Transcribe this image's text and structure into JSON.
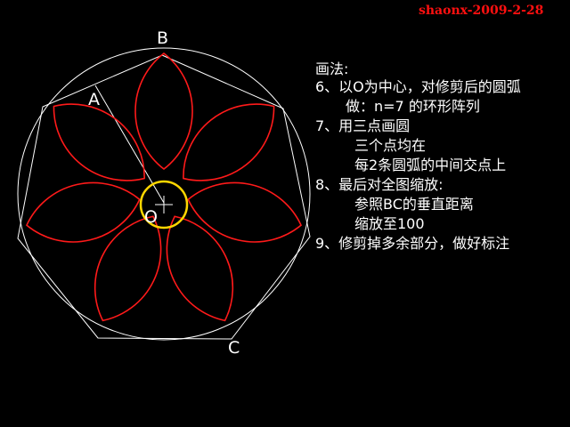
{
  "signature": "shaonx-2009-2-28",
  "point_labels": {
    "A": "A",
    "B": "B",
    "C": "C",
    "O": "O"
  },
  "notes": [
    "画法:",
    "6、以O为中心，对修剪后的圆弧",
    "做：n=7 的环形阵列",
    "7、用三点画圆",
    "三个点均在",
    "每2条圆弧的中间交点上",
    "8、最后对全图缩放:",
    "参照BC的垂直距离",
    "缩放至100",
    "9、修剪掉多余部分，做好标注"
  ],
  "colors": {
    "background": "#000000",
    "outline": "#ffffff",
    "petals": "#ff1a1a",
    "center_circle": "#ffd700",
    "text": "#ffffff",
    "signature": "#ff1010"
  },
  "petal_count": 7
}
